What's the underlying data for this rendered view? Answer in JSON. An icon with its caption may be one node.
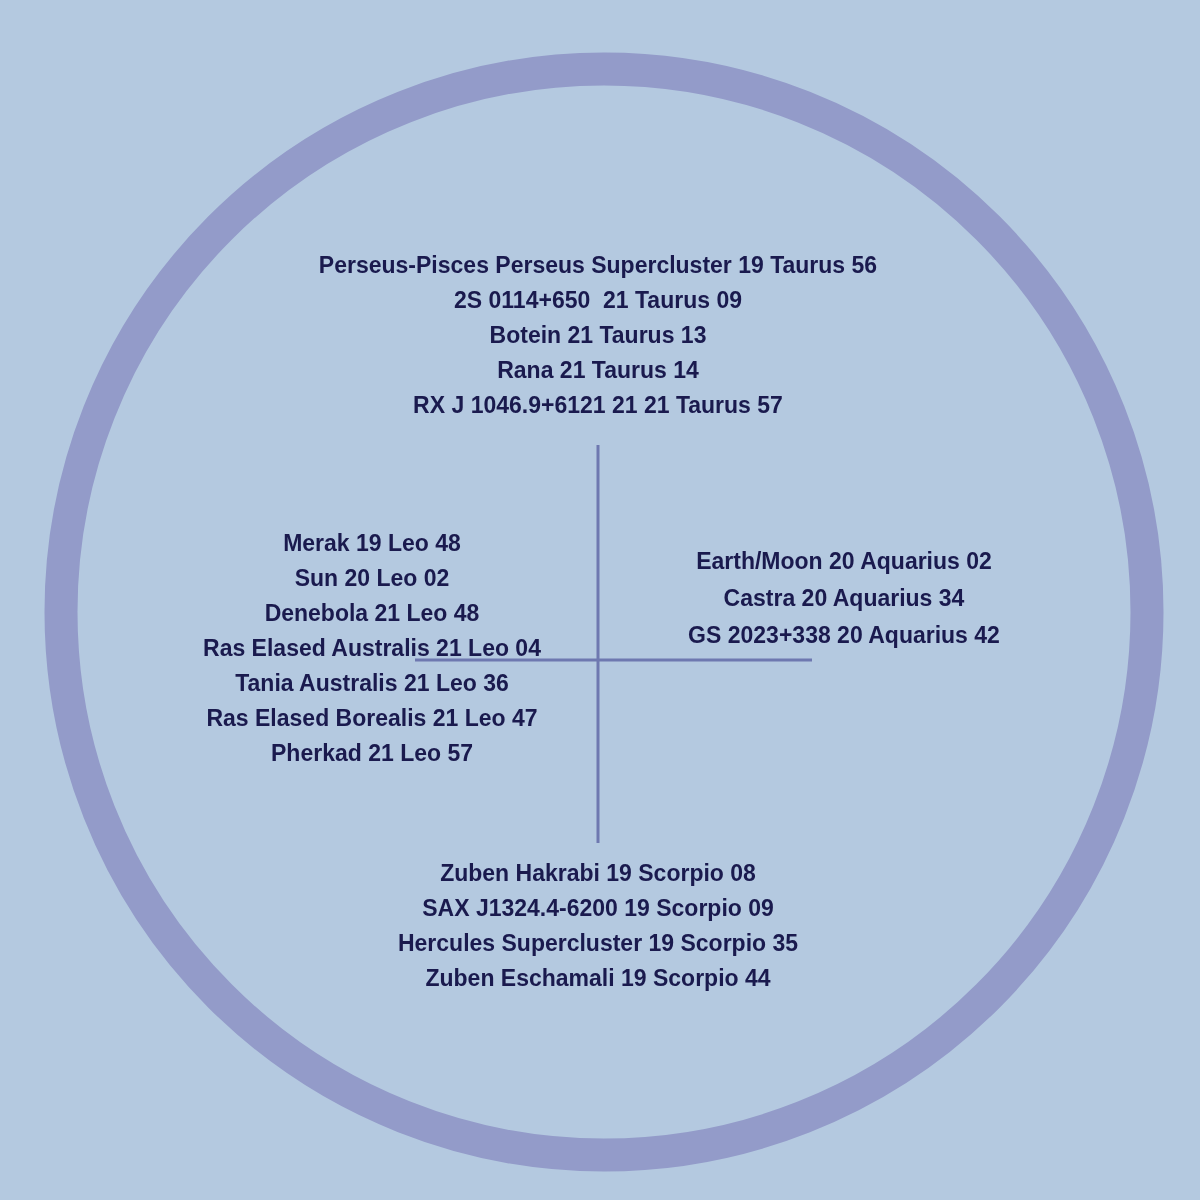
{
  "diagram": {
    "labels": [
      "Perseus-Pisces Perseus Supercluster 19 Taurus 56",
      "2S 0114+650  21 Taurus 09",
      "Botein 21 Taurus 13",
      "Rana 21 Taurus 14",
      "RX J 1046.9+6121 21 21 Taurus 57",
      "Merak 19 Leo 48",
      "Sun 20 Leo 02",
      "Denebola 21 Leo 48",
      "Ras Elased Australis 21 Leo 04",
      "Tania Australis 21 Leo 36",
      "Ras Elased Borealis 21 Leo 47",
      "Pherkad 21 Leo 57",
      "Earth/Moon 20 Aquarius 02",
      "Castra 20 Aquarius 34",
      "GS 2023+338 20 Aquarius 42",
      "Zuben Hakrabi 19 Scorpio 08",
      "SAX J1324.4-6200 19 Scorpio 09",
      "Hercules Supercluster 19 Scorpio 35",
      "Zuben Eschamali 19 Scorpio 44"
    ]
  }
}
